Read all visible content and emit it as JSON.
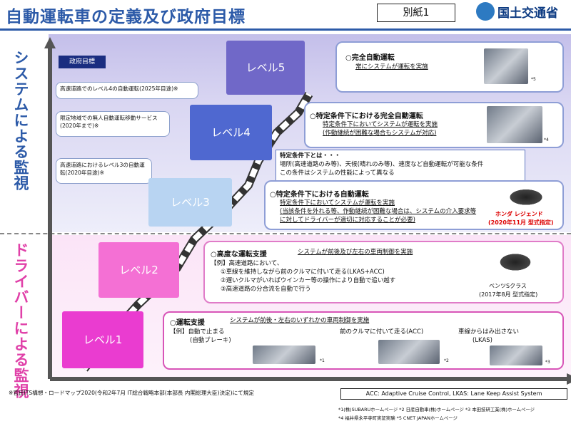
{
  "header": {
    "title": "自動運転車の定義及び政府目標",
    "annex": "別紙1",
    "ministry": "国土交通省"
  },
  "axis": {
    "system": "システムによる監視",
    "driver": "ドライバーによる監視"
  },
  "gov_tag": "政府目標",
  "levels": {
    "l5": "レベル5",
    "l4": "レベル4",
    "l3": "レベル3",
    "l2": "レベル2",
    "l1": "レベル1"
  },
  "notes": {
    "n1": "高速道路でのレベル4の自動運転(2025年目途)※",
    "n2": "限定地域での無人自動運転移動サービス(2020年まで)※",
    "n3": "高速道路におけるレベル3の自動運転(2020年目途)※"
  },
  "lv5": {
    "head": "○完全自動運転",
    "desc": "常にシステムが運転を実施",
    "mark": "*5"
  },
  "lv4": {
    "head": "○特定条件下における完全自動運転",
    "desc1": "特定条件下においてシステムが運転を実施",
    "desc2": "(作動継続が困難な場合もシステムが対応)",
    "mark": "*4"
  },
  "cond": {
    "head": "特定条件下とは・・・",
    "l1": "場所(高速道路のみ等)、天候(晴れのみ等)、速度など自動運転が可能な条件",
    "l2": "この条件はシステムの性能によって異なる"
  },
  "lv3": {
    "head": "○特定条件下における自動運転",
    "desc1": "特定条件下においてシステムが運転を実施",
    "desc2": "(当該条件を外れる等、作動継続が困難な場合は、システムの介入要求等に対してドライバーが適切に対応することが必要)",
    "car": "ホンダ レジェンド",
    "date": "(2020年11月 型式指定)"
  },
  "lv2": {
    "head": "○高度な運転支援",
    "sub": "システムが前後及び左右の車両制御を実施",
    "ex": "【例】高速道路において、",
    "e1": "①車線を維持しながら前のクルマに付いて走る(LKAS+ACC)",
    "e2": "②遅いクルマがいればウインカー等の操作により自動で追い越す",
    "e3": "③高速道路の分合流を自動で行う",
    "car": "ベンツSクラス",
    "date": "(2017年8月 型式指定)"
  },
  "lv1": {
    "head": "○運転支援",
    "sub": "システムが前後・左右のいずれかの車両制御を実施",
    "ex1": "【例】自動で止まる",
    "ex1b": "(自動ブレーキ)",
    "ex2": "前のクルマに付いて走る(ACC)",
    "ex3a": "車線からはみ出さない",
    "ex3b": "(LKAS)",
    "m1": "*1",
    "m2": "*2",
    "m3": "*3"
  },
  "footer": {
    "note": "※官民ITS構想・ロードマップ2020(令和2年7月 IT総合戦略本部(本部長 内閣総理大臣)決定)にて規定",
    "acc": "ACC: Adaptive Cruise Control, LKAS: Lane Keep Assist System",
    "src1": "*1(株)SUBARUホームページ *2 日産自動車(株)ホームページ *3 本田技研工業(株)ホームページ",
    "src2": "*4 福井県永平寺町実証実験 *5 CNET JAPANホームページ"
  }
}
